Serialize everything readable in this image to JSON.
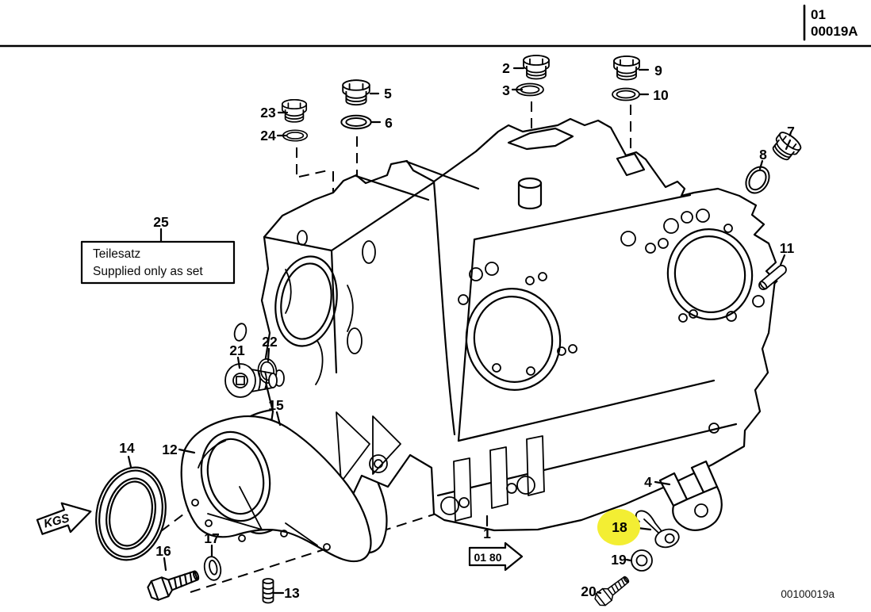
{
  "header": {
    "catalog_group": "01",
    "diagram_number": "00019A"
  },
  "footer": {
    "drawing_id": "00100019a"
  },
  "note_box": {
    "line1": "Teilesatz",
    "line2": "Supplied only as set"
  },
  "flags": {
    "kgs": "KGS",
    "section_ref": "01 80"
  },
  "highlight": {
    "color": "#f3ee33",
    "highlighted_callout": "18"
  },
  "colors": {
    "ink": "#000000",
    "paper": "#ffffff",
    "highlight": "#f3ee33"
  },
  "callouts": {
    "c1": "1",
    "c2": "2",
    "c3": "3",
    "c4": "4",
    "c5": "5",
    "c6": "6",
    "c7": "7",
    "c8": "8",
    "c9": "9",
    "c10": "10",
    "c11": "11",
    "c12": "12",
    "c13": "13",
    "c14": "14",
    "c15": "15",
    "c16": "16",
    "c17": "17",
    "c18": "18",
    "c19": "19",
    "c20": "20",
    "c21": "21",
    "c22": "22",
    "c23": "23",
    "c24": "24",
    "c25": "25"
  }
}
